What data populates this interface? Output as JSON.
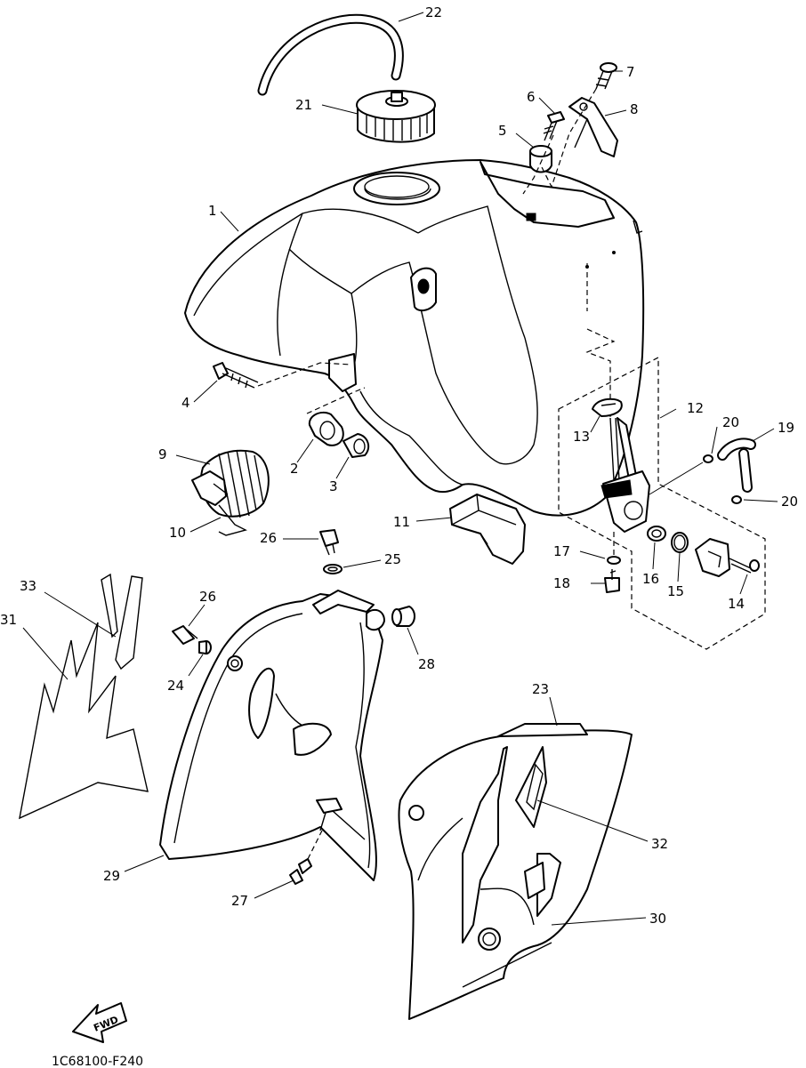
{
  "diagram_code": "1C68100-F240",
  "fwd_label": "FWD",
  "callouts": {
    "c1": "1",
    "c2": "2",
    "c3": "3",
    "c4": "4",
    "c5": "5",
    "c6": "6",
    "c7": "7",
    "c8": "8",
    "c9": "9",
    "c10": "10",
    "c11": "11",
    "c12": "12",
    "c13": "13",
    "c14": "14",
    "c15": "15",
    "c16": "16",
    "c17": "17",
    "c18": "18",
    "c19": "19",
    "c20a": "20",
    "c20b": "20",
    "c21": "21",
    "c22": "22",
    "c23": "23",
    "c24": "24",
    "c25": "25",
    "c26a": "26",
    "c26b": "26",
    "c27": "27",
    "c28": "28",
    "c29": "29",
    "c30": "30",
    "c31": "31",
    "c32": "32",
    "c33": "33"
  }
}
